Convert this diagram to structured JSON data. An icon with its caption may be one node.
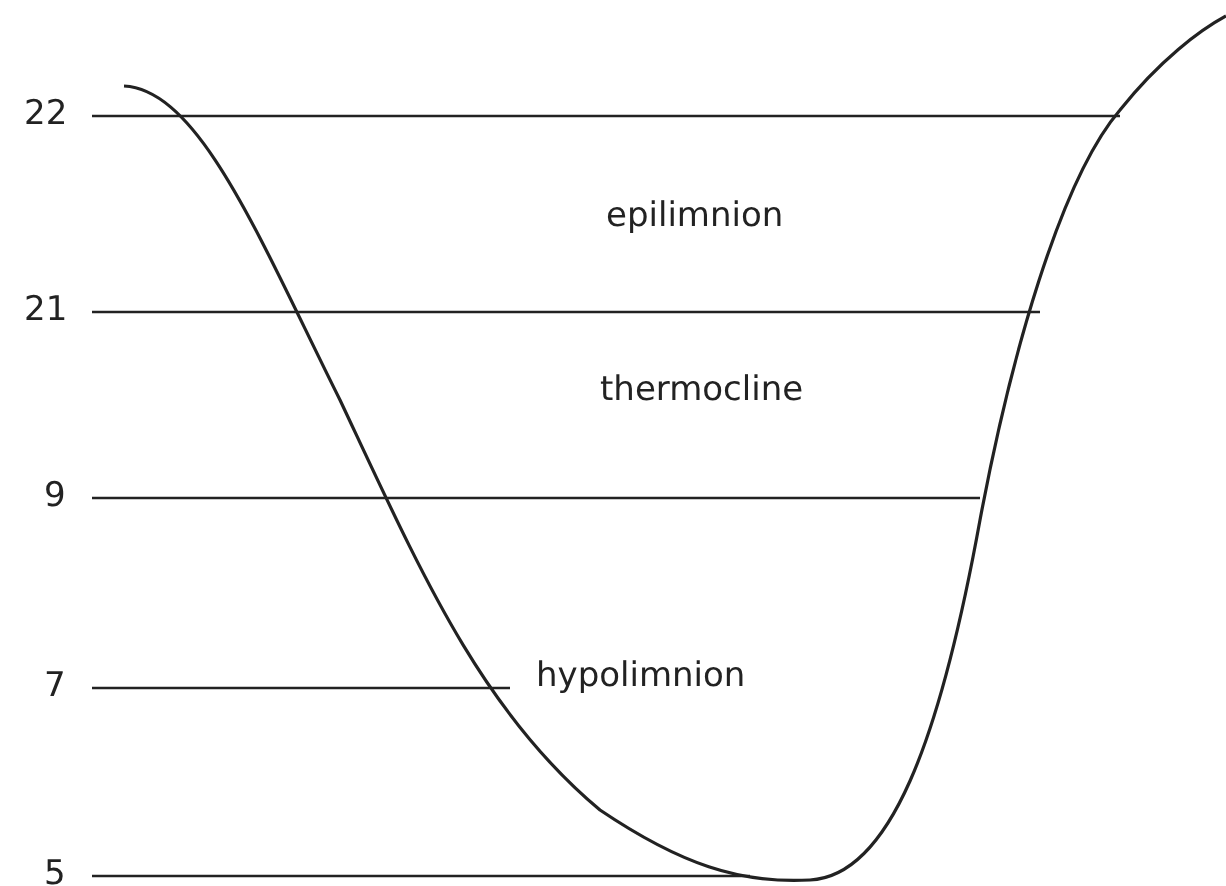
{
  "diagram": {
    "labels": [
      "22",
      "epilimnion",
      "21",
      "thermocline",
      "9",
      "7",
      "hypolimnion",
      "5"
    ]
  }
}
